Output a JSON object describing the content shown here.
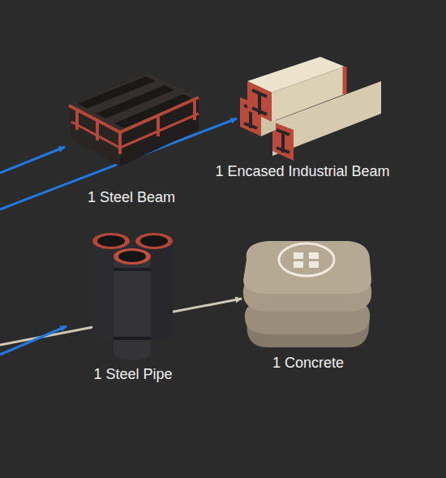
{
  "diagram": {
    "nodes": [
      {
        "text": [
          "1 Steel Beam"
        ]
      },
      {
        "text": [
          "1 Encased Industrial Beam"
        ]
      },
      {
        "text": [
          "1 Steel Pipe"
        ]
      },
      {
        "text": [
          "1 Concrete"
        ]
      }
    ]
  }
}
